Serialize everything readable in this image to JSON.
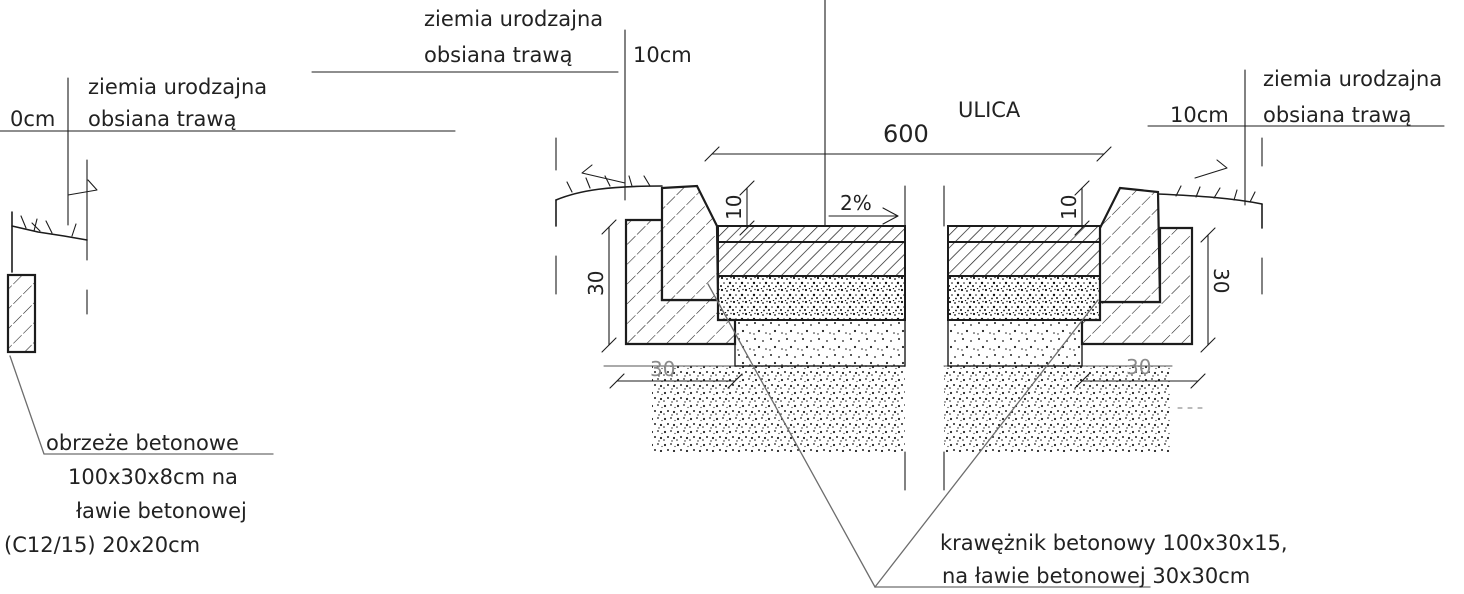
{
  "left_section": {
    "thickness_label": "0cm",
    "label_line1": "ziemia urodzajna",
    "label_line2": "obsiana trawą"
  },
  "top_center": {
    "label_line1": "ziemia urodzajna",
    "label_line2": "obsiana trawą",
    "thickness_label": "10cm"
  },
  "right_section": {
    "thickness_label": "10cm",
    "label_line1": "ziemia urodzajna",
    "label_line2": "obsiana trawą"
  },
  "road": {
    "name": "ULICA",
    "width_dim": "600",
    "slope": "2%"
  },
  "dimensions": {
    "curb_height_left": "10",
    "curb_height_right": "10",
    "foundation_height_left": "30",
    "foundation_height_right": "30",
    "foundation_width_left": "30",
    "foundation_width_right": "30"
  },
  "edging_note": {
    "line1": "obrzeże betonowe",
    "line2": "100x30x8cm na",
    "line3": "ławie betonowej",
    "line4": "(C12/15) 20x20cm"
  },
  "curb_note": {
    "line1": "krawężnik betonowy 100x30x15,",
    "line2": "na ławie betonowej 30x30cm"
  }
}
